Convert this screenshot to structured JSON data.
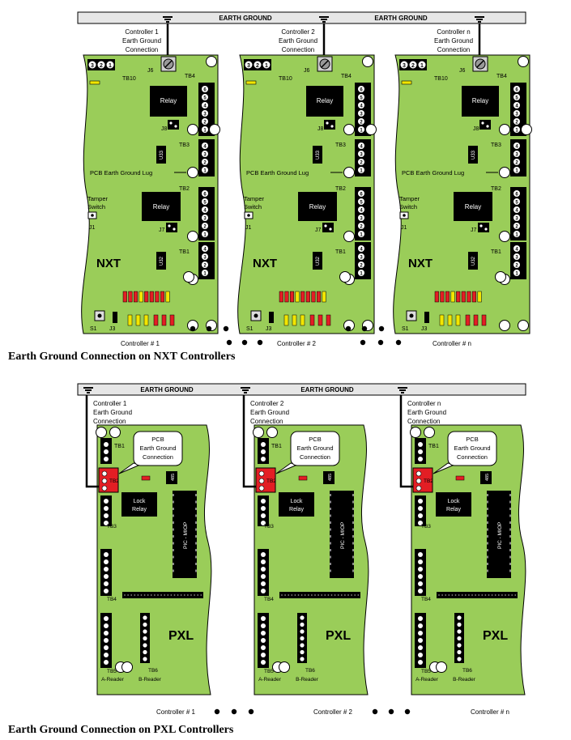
{
  "nxt": {
    "bar_labels": [
      "EARTH GROUND",
      "EARTH GROUND"
    ],
    "controllers": [
      {
        "conn_label": [
          "Controller 1",
          "Earth Ground",
          "Connection"
        ],
        "footer": "Controller # 1"
      },
      {
        "conn_label": [
          "Controller 2",
          "Earth Ground",
          "Connection"
        ],
        "footer": "Controller # 2"
      },
      {
        "conn_label": [
          "Controller n",
          "Earth Ground",
          "Connection"
        ],
        "footer": "Controller # n"
      }
    ],
    "board": {
      "tb10": "TB10",
      "j6": "J6",
      "tb4": "TB4",
      "tb3": "TB3",
      "tb2": "TB2",
      "tb1": "TB1",
      "relay": "Relay",
      "j8": "J8",
      "j7": "J7",
      "j1": "J1",
      "s1": "S1",
      "j3": "J3",
      "u33": "U33",
      "u32": "U32",
      "lug": "PCB Earth Ground Lug",
      "tamper": [
        "Tamper",
        "Switch"
      ],
      "name": "NXT",
      "tb10_pins": [
        "3",
        "2",
        "1"
      ],
      "tb6_pins": [
        "6",
        "5",
        "4",
        "3",
        "2",
        "1"
      ],
      "tb4_pins": [
        "4",
        "3",
        "2",
        "1"
      ]
    },
    "caption": "Earth Ground Connection on NXT Controllers"
  },
  "pxl": {
    "bar_label": "EARTH GROUND",
    "controllers": [
      {
        "conn_label": [
          "Controller 1",
          "Earth Ground",
          "Connection"
        ],
        "footer": "Controller # 1"
      },
      {
        "conn_label": [
          "Controller 2",
          "Earth Ground",
          "Connection"
        ],
        "footer": "Controller # 2"
      },
      {
        "conn_label": [
          "Controller n",
          "Earth Ground",
          "Connection"
        ],
        "footer": "Controller # n"
      }
    ],
    "board": {
      "callout": [
        "PCB",
        "Earth Ground",
        "Connection"
      ],
      "tb1": "TB1",
      "tb2": "TB2",
      "tb3": "TB3",
      "tb4": "TB4",
      "tb5": "TB5",
      "tb6": "TB6",
      "chip485": "485",
      "lock_relay": [
        "Lock",
        "Relay"
      ],
      "pic": "PIC - MIOP",
      "name": "PXL",
      "a_reader": "A-Reader",
      "b_reader": "B-Reader"
    },
    "caption": "Earth Ground Connection on PXL Controllers"
  },
  "colors": {
    "board": "#9acd59",
    "relay": "#000000",
    "bar": "#e6e6e6",
    "red": "#e31e24",
    "yellow": "#f2e600"
  }
}
